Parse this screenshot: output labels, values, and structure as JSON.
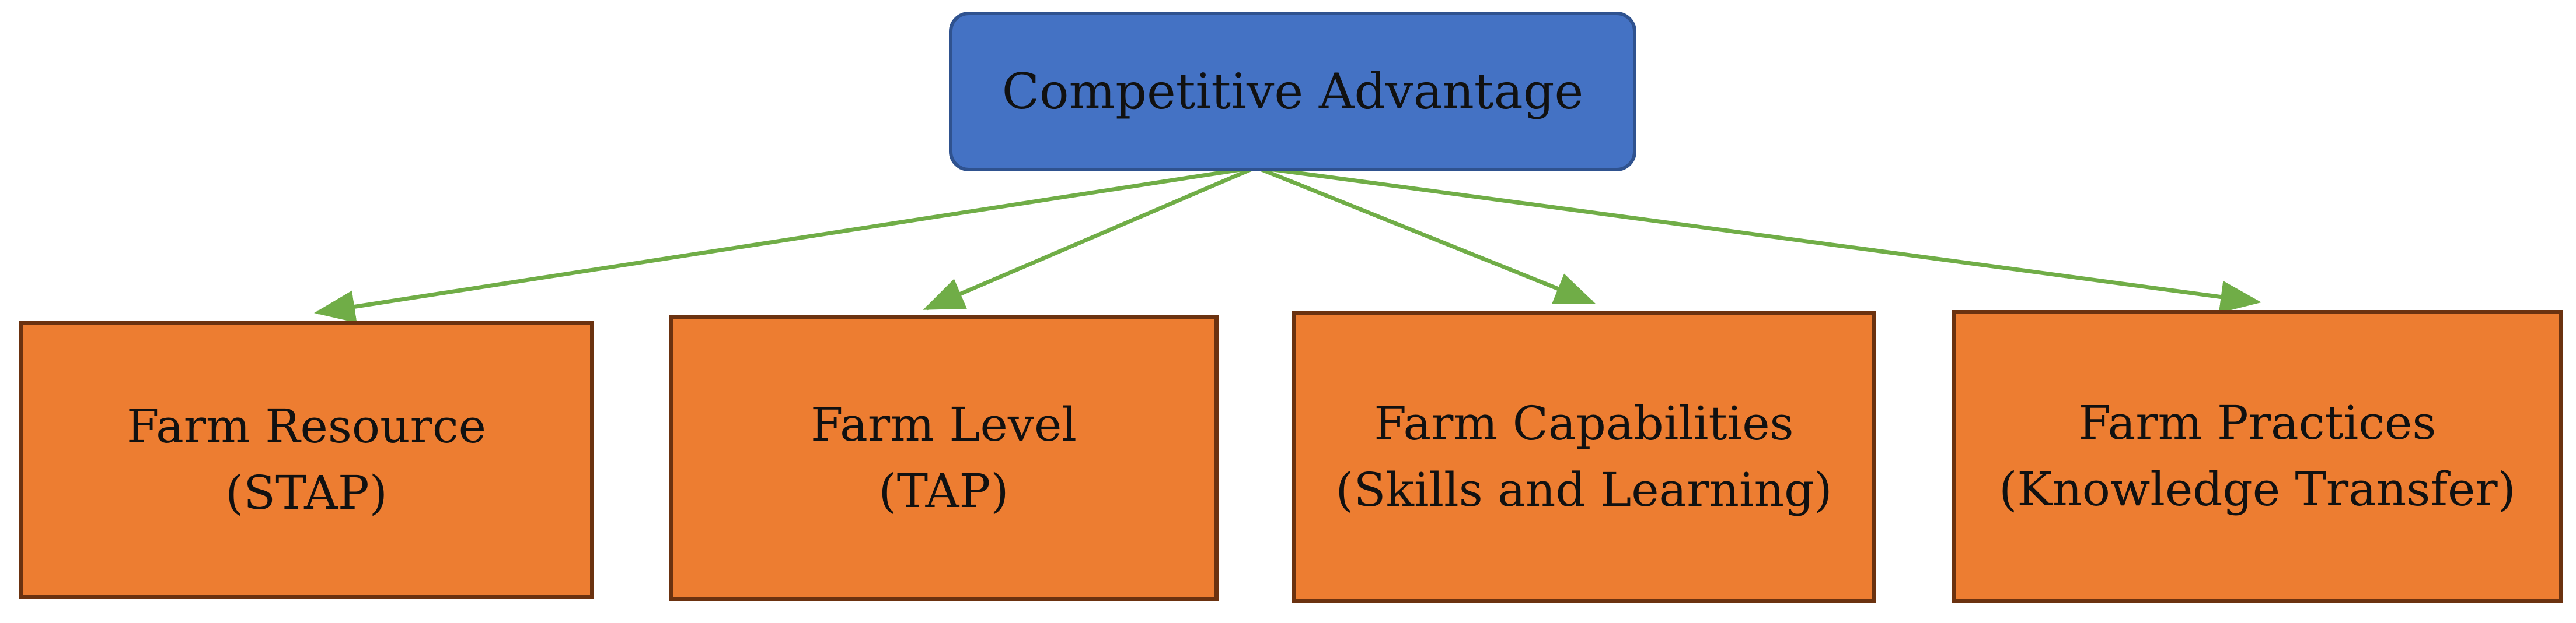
{
  "diagram": {
    "root": {
      "label": "Competitive Advantage"
    },
    "children": [
      {
        "line1": "Farm Resource",
        "line2": "(STAP)"
      },
      {
        "line1": "Farm Level",
        "line2": "(TAP)"
      },
      {
        "line1": "Farm Capabilities",
        "line2": "(Skills and Learning)"
      },
      {
        "line1": "Farm Practices",
        "line2": "(Knowledge Transfer)"
      }
    ],
    "colors": {
      "root_fill": "#4472C4",
      "root_border": "#2F528F",
      "child_fill": "#ED7D31",
      "child_border": "#6B3210",
      "arrow": "#70AD47"
    }
  }
}
